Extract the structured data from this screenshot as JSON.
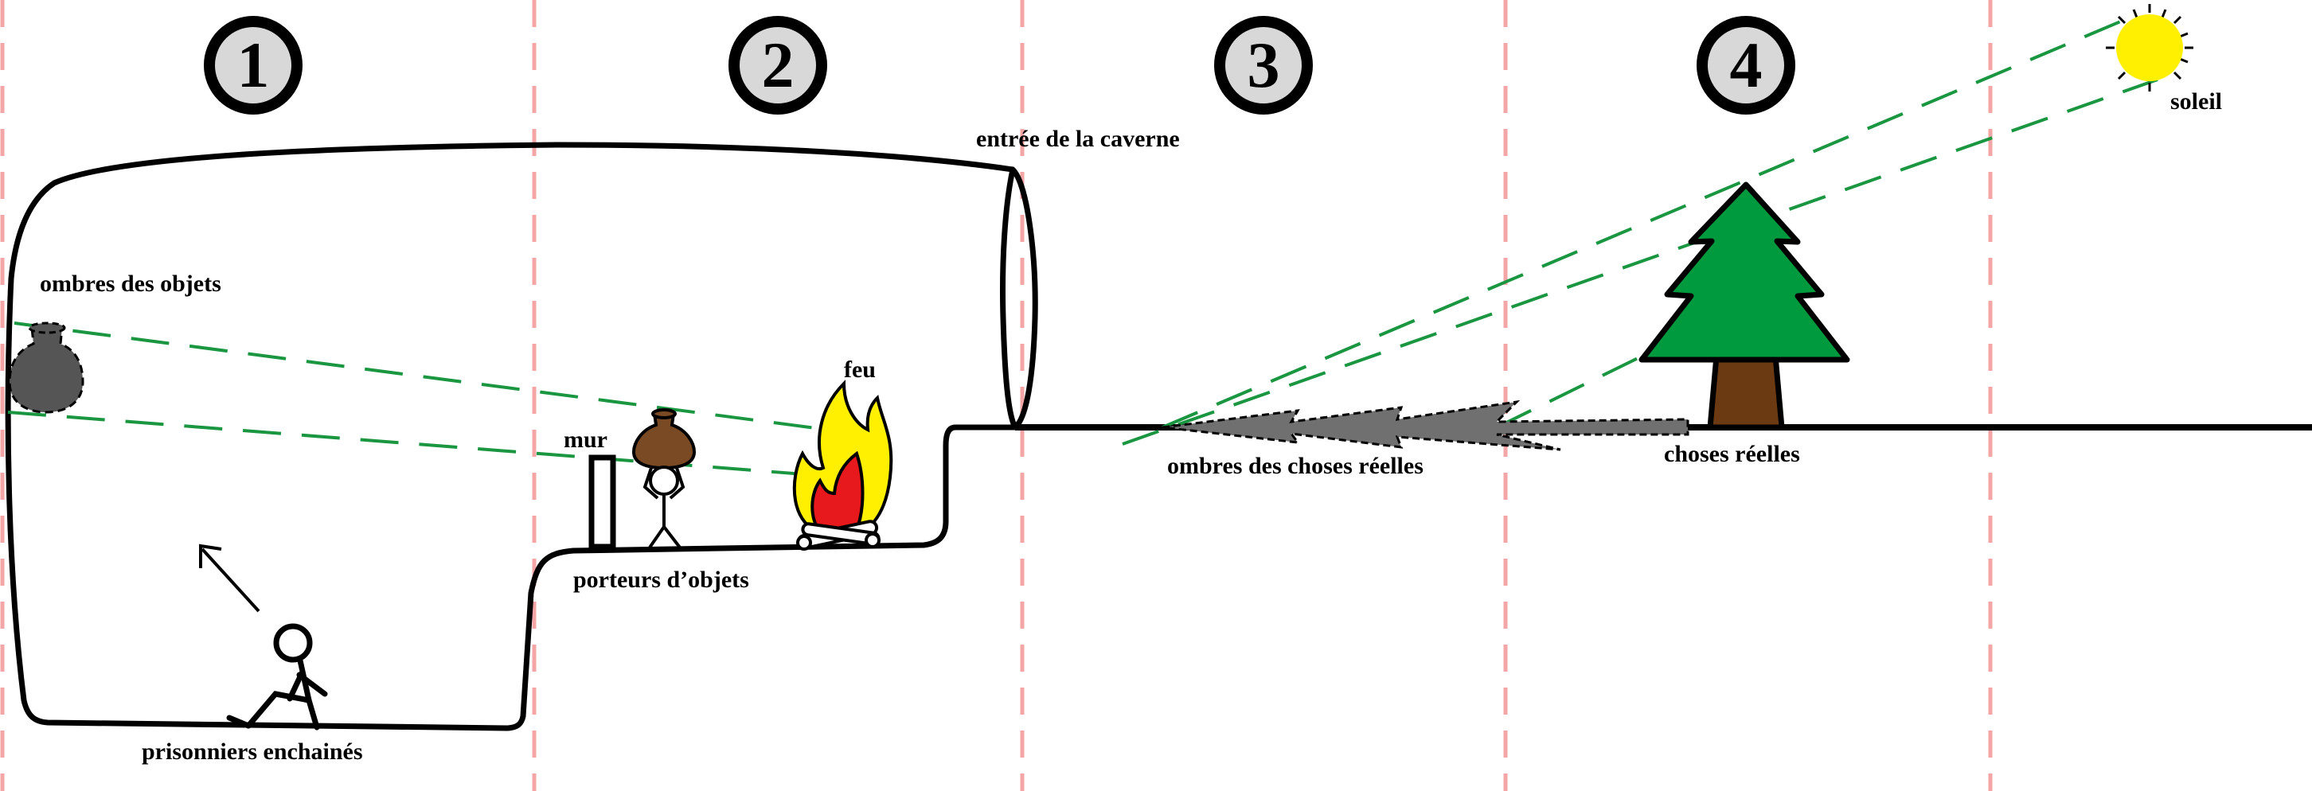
{
  "zones": [
    {
      "number": "1"
    },
    {
      "number": "2"
    },
    {
      "number": "3"
    },
    {
      "number": "4"
    }
  ],
  "labels": {
    "cave_entrance": "entrée de la caverne",
    "object_shadows": "ombres des objets",
    "fire": "feu",
    "wall": "mur",
    "object_carriers": "porteurs d’objets",
    "chained_prisoners": "prisonniers enchainés",
    "real_things_shadows": "ombres des choses réelles",
    "real_things": "choses réelles",
    "sun": "soleil"
  },
  "colors": {
    "divider": "#f4a6a6",
    "ray": "#1a9641",
    "tree_green": "#009a3e",
    "trunk": "#6b3a12",
    "sun": "#ffef00",
    "shadow": "#707070",
    "pot": "#7a4a24",
    "flame_outer": "#ffef00",
    "flame_inner": "#e8191c"
  },
  "icons": [
    "pot-icon",
    "fire-icon",
    "tree-icon",
    "sun-icon",
    "arrow-icon",
    "stick-figure-icon"
  ]
}
